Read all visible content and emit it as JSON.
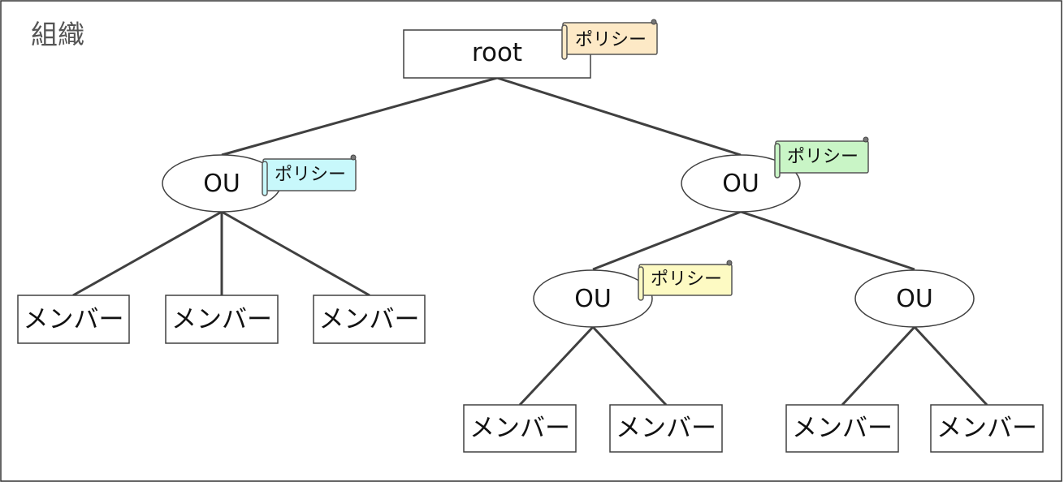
{
  "diagram": {
    "title": "組織",
    "root": {
      "label": "root",
      "policy": {
        "label": "ポリシー",
        "color": "#fde9c6"
      }
    },
    "ous": [
      {
        "id": "ou-left",
        "label": "OU",
        "policy": {
          "label": "ポリシー",
          "color": "#c8f8fb"
        }
      },
      {
        "id": "ou-right",
        "label": "OU",
        "policy": {
          "label": "ポリシー",
          "color": "#c9f5c6"
        }
      },
      {
        "id": "ou-right-left",
        "label": "OU",
        "policy": {
          "label": "ポリシー",
          "color": "#fdfac3"
        }
      },
      {
        "id": "ou-right-right",
        "label": "OU"
      }
    ],
    "members": [
      {
        "parent": "ou-left",
        "label": "メンバー"
      },
      {
        "parent": "ou-left",
        "label": "メンバー"
      },
      {
        "parent": "ou-left",
        "label": "メンバー"
      },
      {
        "parent": "ou-right-left",
        "label": "メンバー"
      },
      {
        "parent": "ou-right-left",
        "label": "メンバー"
      },
      {
        "parent": "ou-right-right",
        "label": "メンバー"
      },
      {
        "parent": "ou-right-right",
        "label": "メンバー"
      }
    ],
    "colors": {
      "line": "#404040",
      "node_border": "#404040",
      "policy_border": "#555555"
    }
  }
}
